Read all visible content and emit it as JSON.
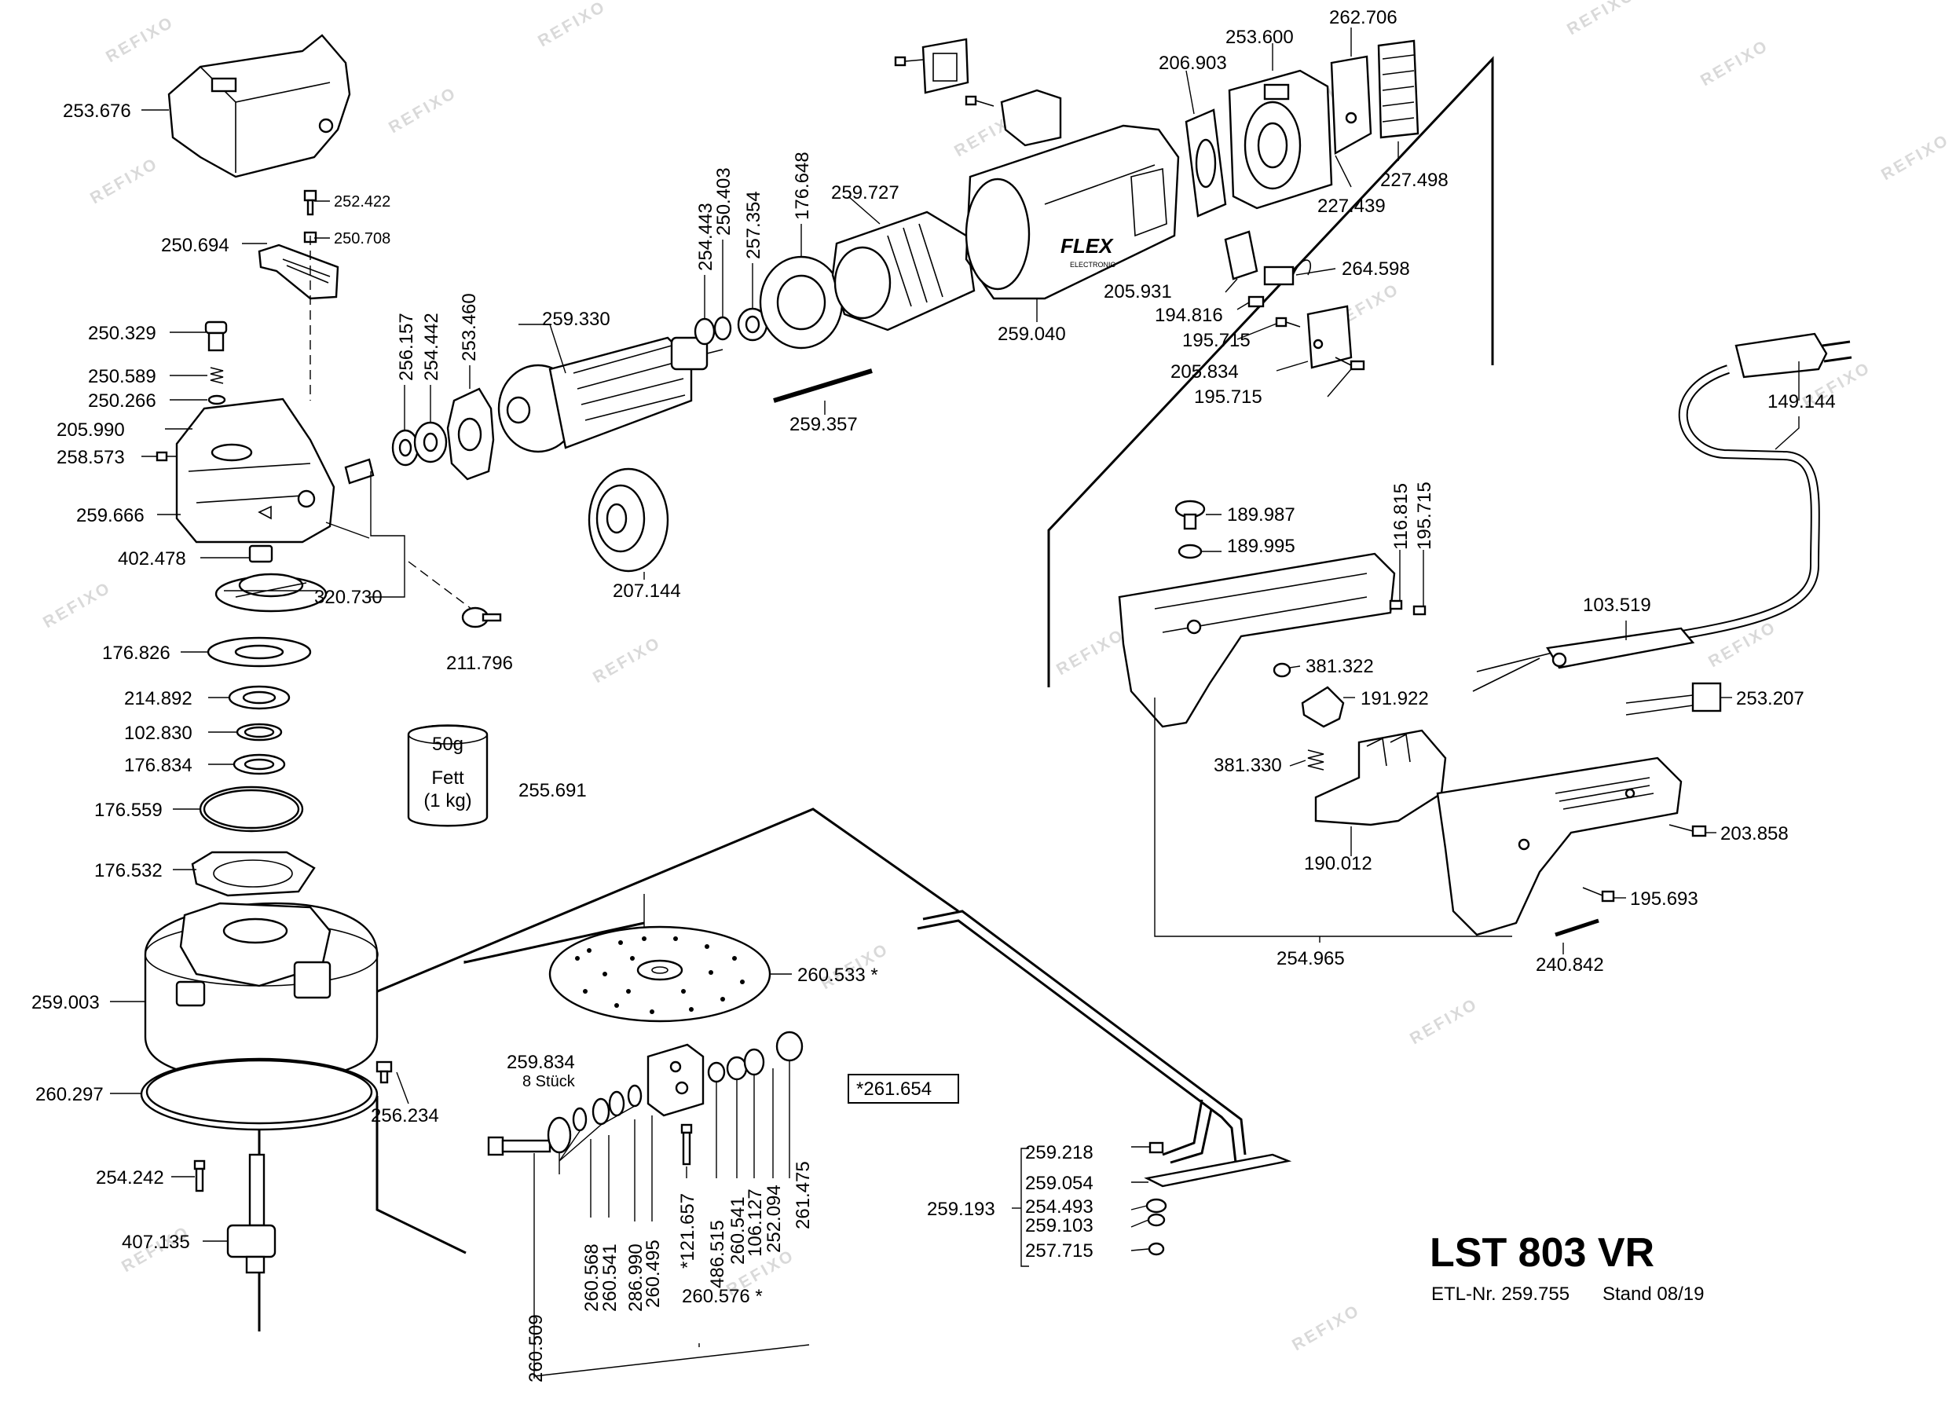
{
  "title": "LST 803 VR",
  "etl_number": "ETL-Nr. 259.755",
  "stand": "Stand 08/19",
  "watermark": "REFIXO",
  "brand_on_housing": "FLEX",
  "brand_sub": "ELECTRONIC",
  "grease": {
    "amount": "50g",
    "name": "Fett",
    "qty": "(1 kg)",
    "part": "255.691"
  },
  "qty_note": "8 Stück",
  "boxed_label": "*261.654",
  "parts": {
    "p253676": "253.676",
    "p252422": "252.422",
    "p250708": "250.708",
    "p250694": "250.694",
    "p250329": "250.329",
    "p250589": "250.589",
    "p250266": "250.266",
    "p205990": "205.990",
    "p258573": "258.573",
    "p259666": "259.666",
    "p402478": "402.478",
    "p320730": "320.730",
    "p211796": "211.796",
    "p176826": "176.826",
    "p214892": "214.892",
    "p102830": "102.830",
    "p176834": "176.834",
    "p176559": "176.559",
    "p176532": "176.532",
    "p259003": "259.003",
    "p260297": "260.297",
    "p256234": "256.234",
    "p254242": "254.242",
    "p407135": "407.135",
    "p256157": "256.157",
    "p254442": "254.442",
    "p253460": "253.460",
    "p259330": "259.330",
    "p207144": "207.144",
    "p254443": "254.443",
    "p250403": "250.403",
    "p257354": "257.354",
    "p176648": "176.648",
    "p259727": "259.727",
    "p259357": "259.357",
    "p259040": "259.040",
    "p206903": "206.903",
    "p253600": "253.600",
    "p262706": "262.706",
    "p227498": "227.498",
    "p227439": "227.439",
    "p264598": "264.598",
    "p205931": "205.931",
    "p194816": "194.816",
    "p195715a": "195.715",
    "p205834": "205.834",
    "p195715b": "195.715",
    "p149144": "149.144",
    "p189987": "189.987",
    "p189995": "189.995",
    "p116815": "116.815",
    "p195715c": "195.715",
    "p381322": "381.322",
    "p191922": "191.922",
    "p381330": "381.330",
    "p190012": "190.012",
    "p103519": "103.519",
    "p253207": "253.207",
    "p203858": "203.858",
    "p195693": "195.693",
    "p240842": "240.842",
    "p254965": "254.965",
    "p260533": "260.533 *",
    "p259834": "259.834",
    "p260509": "260.509",
    "p260568": "260.568",
    "p260541a": "260.541",
    "p286990": "286.990",
    "p260495": "260.495",
    "p121657": "*121.657",
    "p486515": "486.515",
    "p260541b": "260.541",
    "p106127": "106.127",
    "p252094": "252.094",
    "p261475": "261.475",
    "p260576": "260.576 *",
    "p259218": "259.218",
    "p259054": "259.054",
    "p259193": "259.193",
    "p254493": "254.493",
    "p259103": "259.103",
    "p257715": "257.715"
  }
}
